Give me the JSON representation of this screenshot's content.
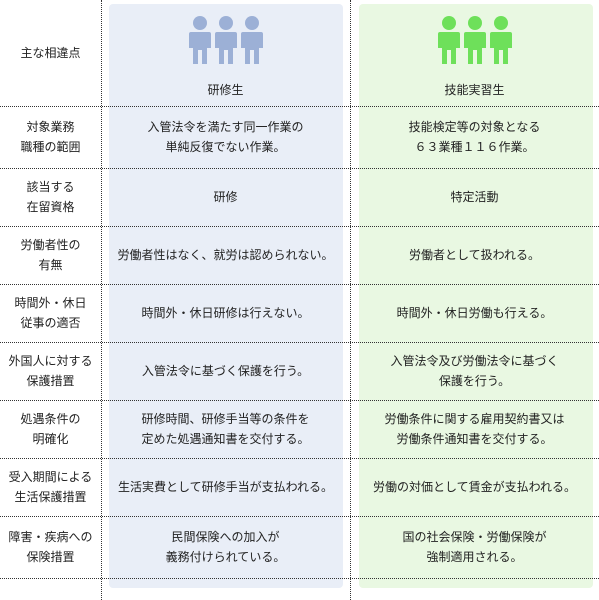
{
  "header": {
    "label": "主な相違点",
    "col1": "研修生",
    "col2": "技能実習生",
    "col1_icon": "people-icon",
    "col2_icon": "people-icon",
    "col1_color": "#9cb0d6",
    "col2_color": "#6ee05a"
  },
  "rows": [
    {
      "label": "対象業務\n職種の範囲",
      "col1": "入管法令を満たす同一作業の\n単純反復でない作業。",
      "col2": "技能検定等の対象となる\n６３業種１１６作業。"
    },
    {
      "label": "該当する\n在留資格",
      "col1": "研修",
      "col2": "特定活動"
    },
    {
      "label": "労働者性の\n有無",
      "col1": "労働者性はなく、就労は認められない。",
      "col2": "労働者として扱われる。"
    },
    {
      "label": "時間外・休日\n従事の適否",
      "col1": "時間外・休日研修は行えない。",
      "col2": "時間外・休日労働も行える。"
    },
    {
      "label": "外国人に対する\n保護措置",
      "col1": "入管法令に基づく保護を行う。",
      "col2": "入管法令及び労働法令に基づく\n保護を行う。"
    },
    {
      "label": "処遇条件の\n明確化",
      "col1": "研修時間、研修手当等の条件を\n定めた処遇通知書を交付する。",
      "col2": "労働条件に関する雇用契約書又は\n労働条件通知書を交付する。"
    },
    {
      "label": "受入期間による\n生活保護措置",
      "col1": "生活実費として研修手当が支払われる。",
      "col2": "労働の対価として賃金が支払われる。"
    },
    {
      "label": "障害・疾病への\n保険措置",
      "col1": "民間保険への加入が\n義務付けられている。",
      "col2": "国の社会保険・労働保険が\n強制適用される。"
    }
  ]
}
